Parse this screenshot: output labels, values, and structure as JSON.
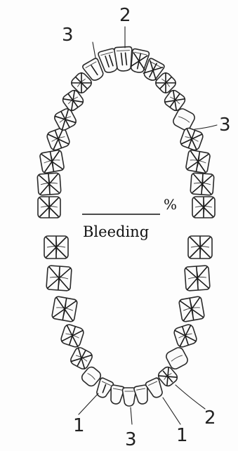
{
  "bleeding": {
    "label": "Bleeding",
    "percent_sign": "%",
    "value": ""
  },
  "scores": {
    "upper_left_top": "3",
    "upper_midline": "2",
    "upper_right_side": "3",
    "lower_left": "1",
    "lower_midline": "3",
    "lower_right_inner": "1",
    "lower_right_outer": "2"
  },
  "colors": {
    "ink": "#222222",
    "paper": "#fdfdfd"
  }
}
